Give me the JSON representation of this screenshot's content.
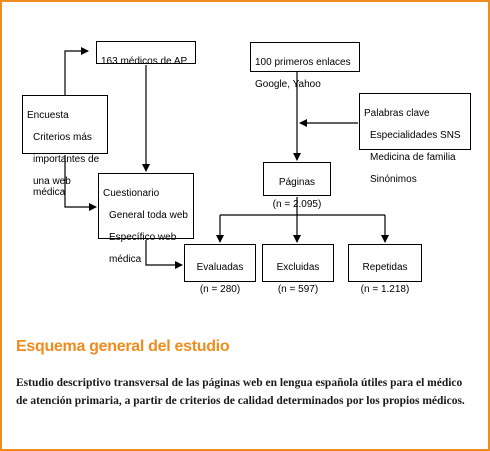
{
  "diagram": {
    "medicos": "163 médicos de AP",
    "enlaces": [
      "100 primeros enlaces",
      "Google, Yahoo"
    ],
    "encuesta": [
      "Encuesta",
      "Criterios más",
      "importantes de",
      "una web médica"
    ],
    "palabras": [
      "Palabras clave",
      "Especialidades SNS",
      "Medicina de familia",
      "Sinónimos"
    ],
    "paginas": [
      "Páginas",
      "(n = 2.095)"
    ],
    "cuestionario": [
      "Cuestionario",
      "General toda web",
      "Específico web",
      "médica"
    ],
    "evaluadas": [
      "Evaluadas",
      "(n = 280)"
    ],
    "excluidas": [
      "Excluidas",
      "(n = 597)"
    ],
    "repetidas": [
      "Repetidas",
      "(n = 1.218)"
    ]
  },
  "caption": {
    "title": "Esquema general del estudio",
    "description": "Estudio descriptivo transversal de las páginas web en lengua española útiles para el médico de atención primaria, a partir de criterios de calidad determinados por los propios médicos."
  },
  "colors": {
    "accent": "#f08c1e",
    "line": "#000000"
  }
}
